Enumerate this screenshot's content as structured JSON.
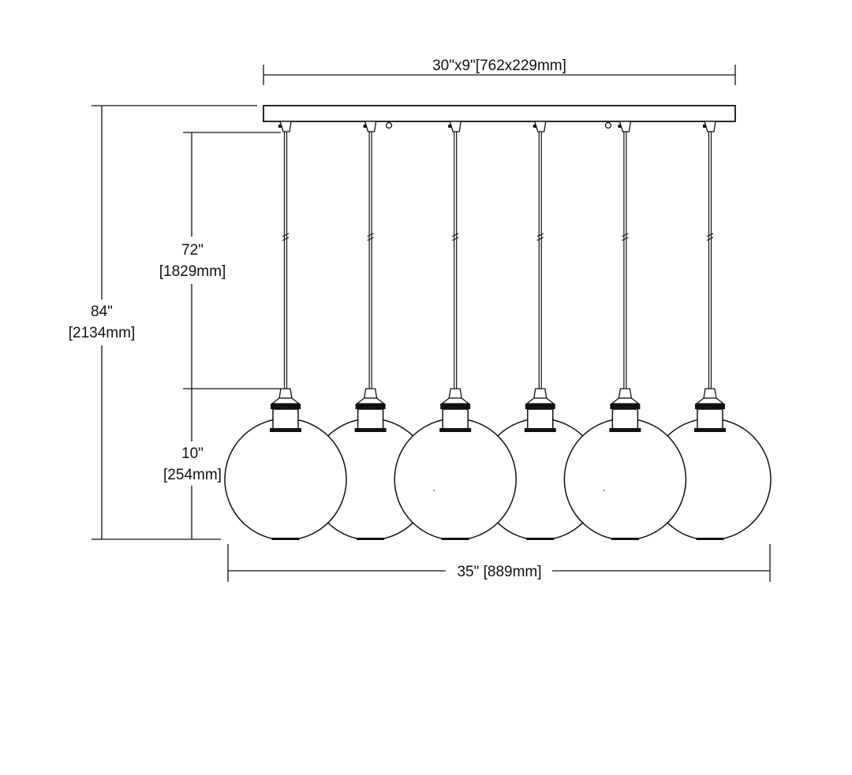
{
  "dimensions": {
    "canopy": "30\"x9\"[762x229mm]",
    "overall_height_in": "84\"",
    "overall_height_mm": "[2134mm]",
    "cord_length_in": "72\"",
    "cord_length_mm": "[1829mm]",
    "shade_height_in": "10\"",
    "shade_height_mm": "[254mm]",
    "overall_width": "35\" [889mm]"
  },
  "pendant_count": 6,
  "line_color": "#111111"
}
